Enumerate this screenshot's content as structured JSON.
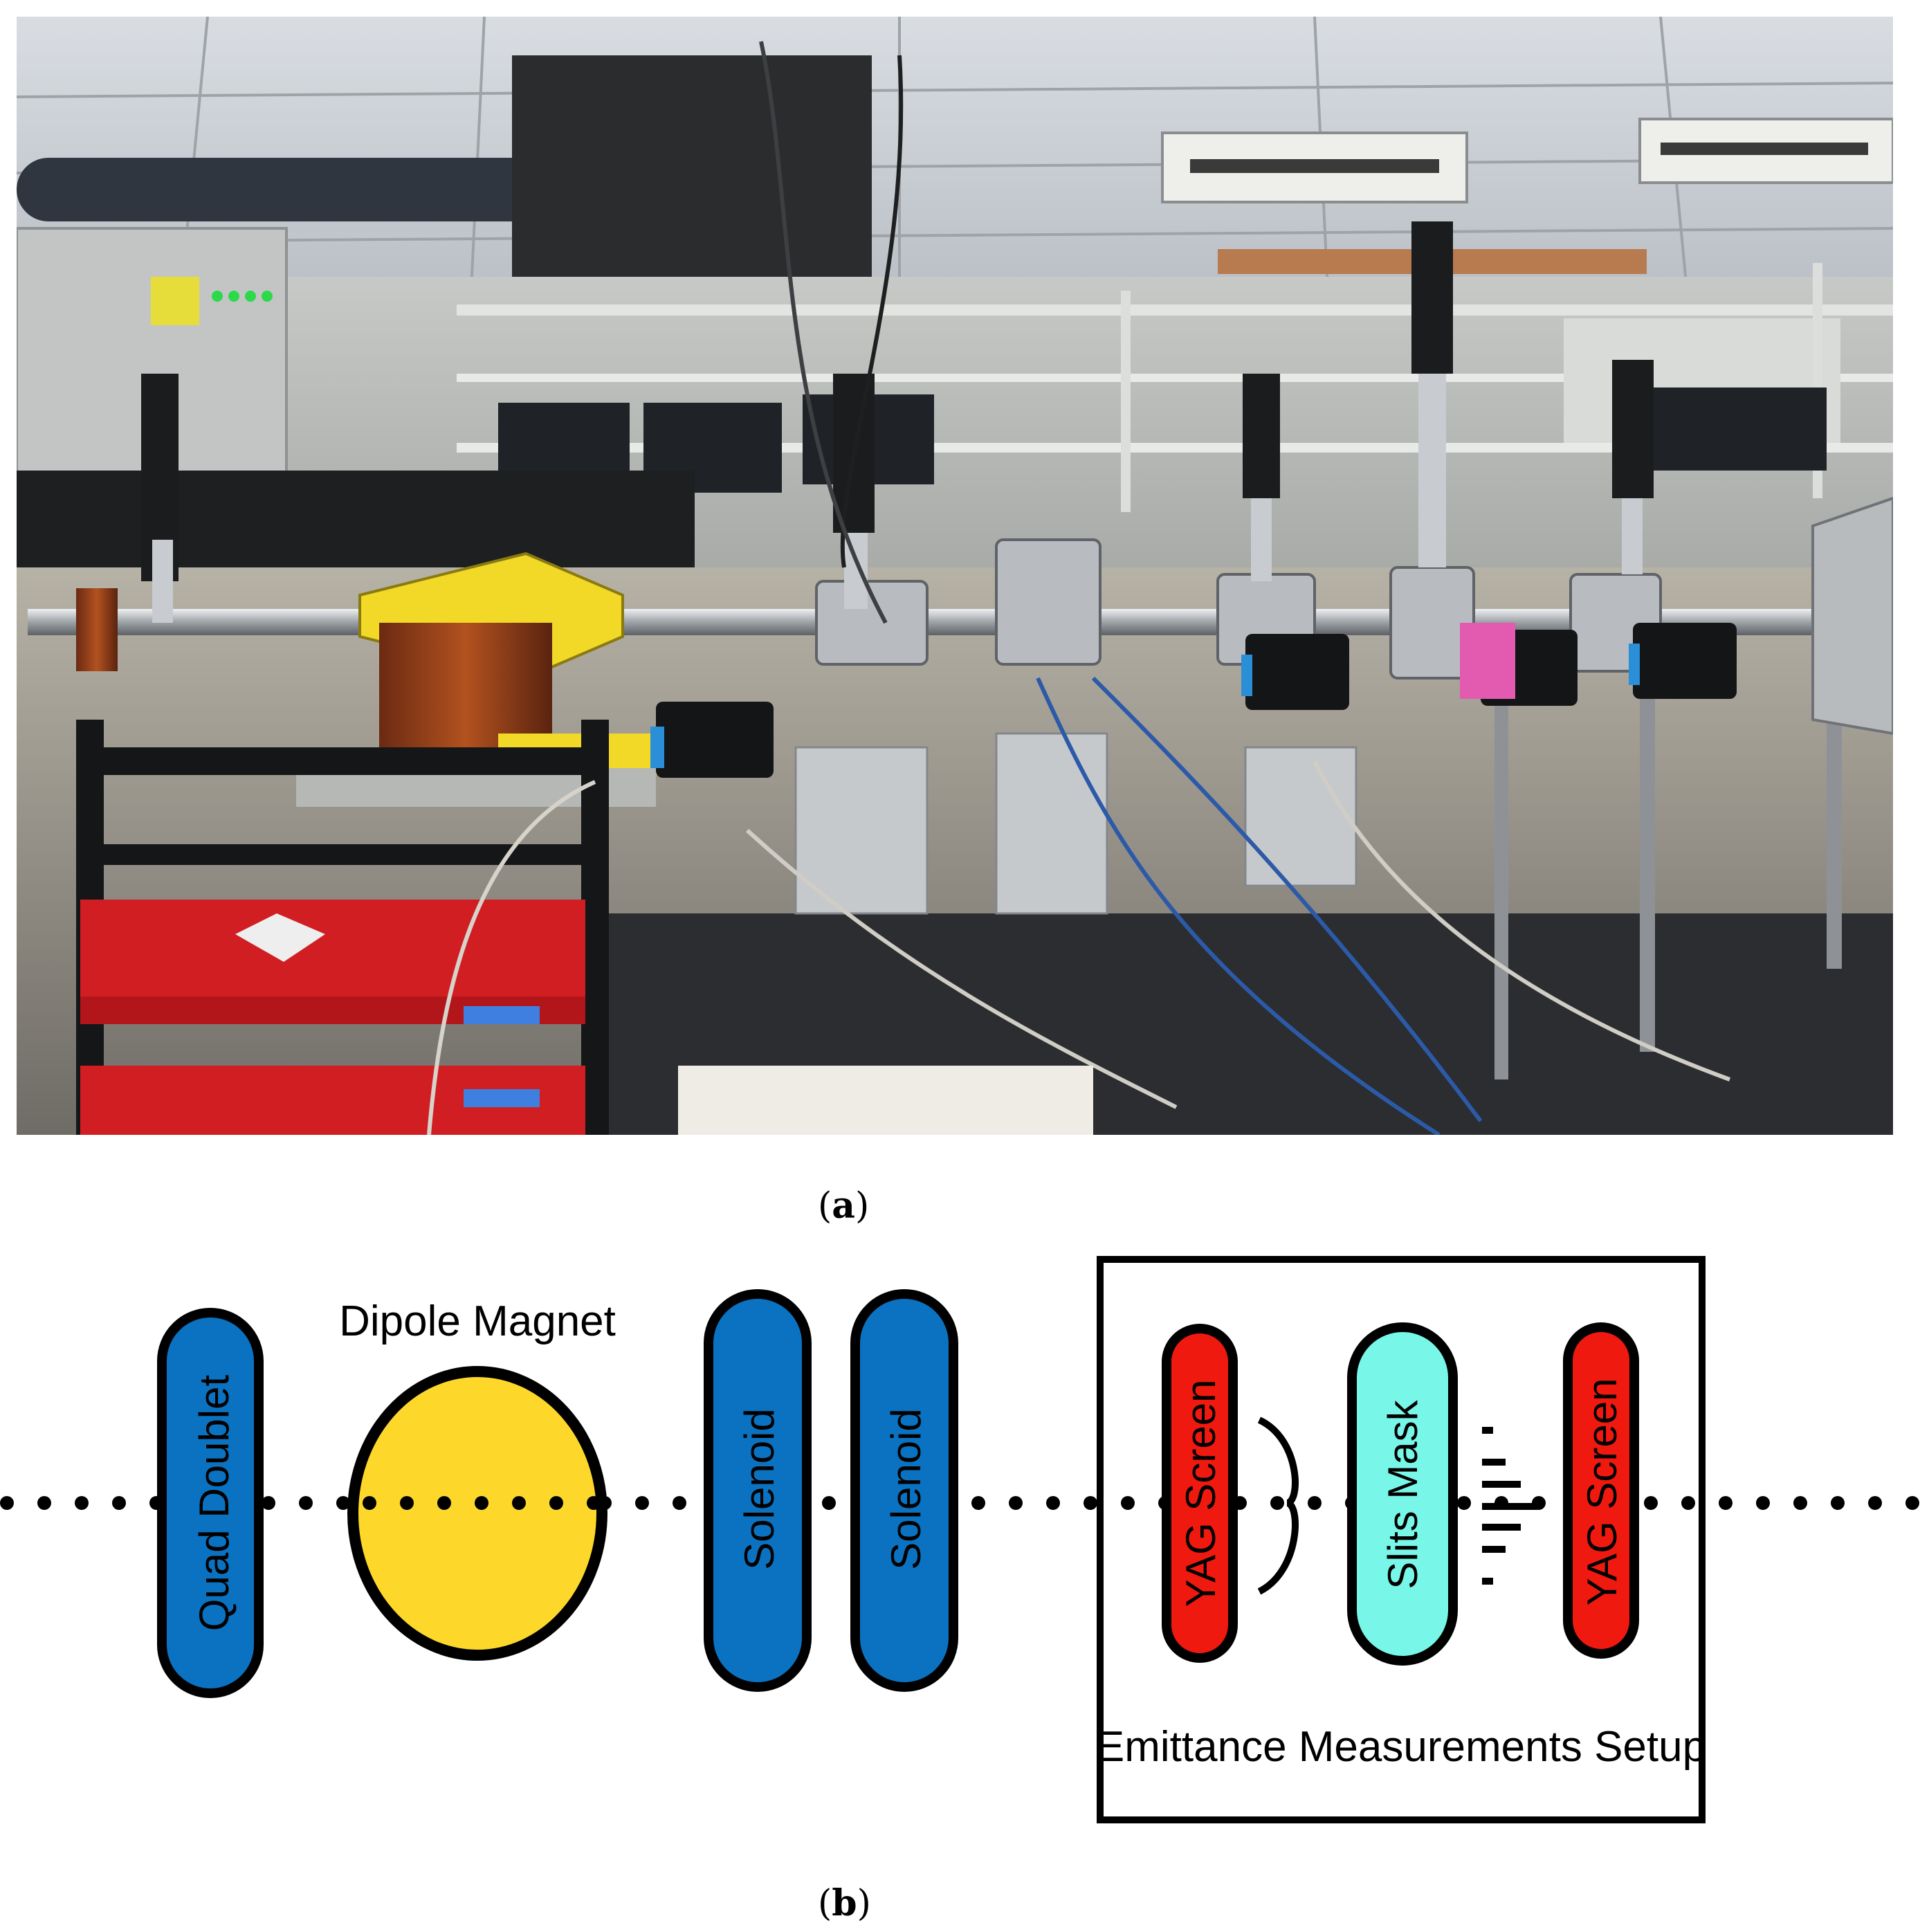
{
  "photo": {
    "caption": "(a)",
    "caption_letter": "a"
  },
  "diagram": {
    "caption": "(b)",
    "caption_letter": "b",
    "beamline_color": "#000000",
    "components": [
      {
        "id": "quad-doublet",
        "label": "Quad Doublet",
        "color": "#0a72c0"
      },
      {
        "id": "dipole-magnet",
        "label": "Dipole Magnet",
        "color": "#fdd82b"
      },
      {
        "id": "solenoid-1",
        "label": "Solenoid",
        "color": "#0a72c0"
      },
      {
        "id": "solenoid-2",
        "label": "Solenoid",
        "color": "#0a72c0"
      },
      {
        "id": "yag-screen-1",
        "label": "YAG Screen",
        "color": "#f0190f"
      },
      {
        "id": "slits-mask",
        "label": "Slits Mask",
        "color": "#78f7e8"
      },
      {
        "id": "yag-screen-2",
        "label": "YAG Screen",
        "color": "#f0190f"
      }
    ],
    "setup_box": {
      "label": "Emittance Measurements Setup"
    }
  }
}
